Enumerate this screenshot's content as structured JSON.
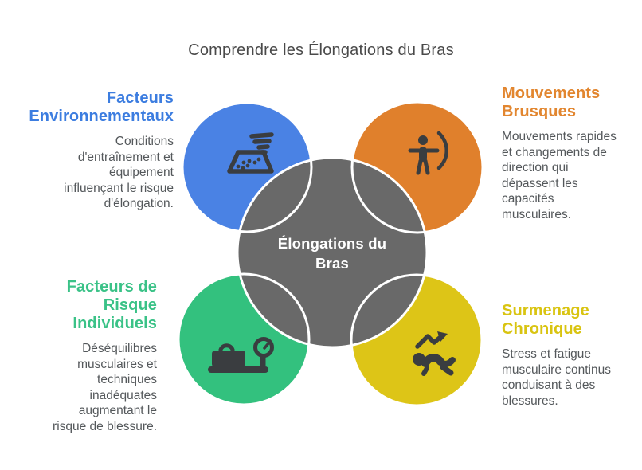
{
  "title": "Comprendre les Élongations du Bras",
  "center": {
    "label": "Élongations du Bras",
    "circle_color": "#696969",
    "text_color": "#ffffff"
  },
  "stroke_color": "#ffffff",
  "icon_color": "#3a3d40",
  "title_color": "#4a4a4a",
  "body_color": "#54585b",
  "sections": [
    {
      "id": "facteurs-environnementaux",
      "heading": "Facteurs Environnementaux",
      "body": "Conditions d'entraînement et équipement influençant le risque d'élongation.",
      "heading_color": "#3c7de0",
      "circle_color": "#4a82e4",
      "icon": "sand-pit-whirlwind-icon",
      "position": "top-left"
    },
    {
      "id": "mouvements-brusques",
      "heading": "Mouvements Brusques",
      "body": "Mouvements rapides et changements de direction qui dépassent les capacités musculaires.",
      "heading_color": "#e2862f",
      "circle_color": "#e0802c",
      "icon": "archer-icon",
      "position": "top-right"
    },
    {
      "id": "facteurs-de-risque-individuels",
      "heading": "Facteurs de Risque Individuels",
      "body": "Déséquilibres musculaires et techniques inadéquates augmentant le risque de blessure.",
      "heading_color": "#3ac287",
      "circle_color": "#33c17e",
      "icon": "weight-scale-icon",
      "position": "bottom-left"
    },
    {
      "id": "surmenage-chronique",
      "heading": "Surmenage Chronique",
      "body": "Stress et fatigue musculaire continus conduisant à des blessures.",
      "heading_color": "#d9c411",
      "circle_color": "#ddc517",
      "icon": "fatigue-collapse-icon",
      "position": "bottom-right"
    }
  ]
}
